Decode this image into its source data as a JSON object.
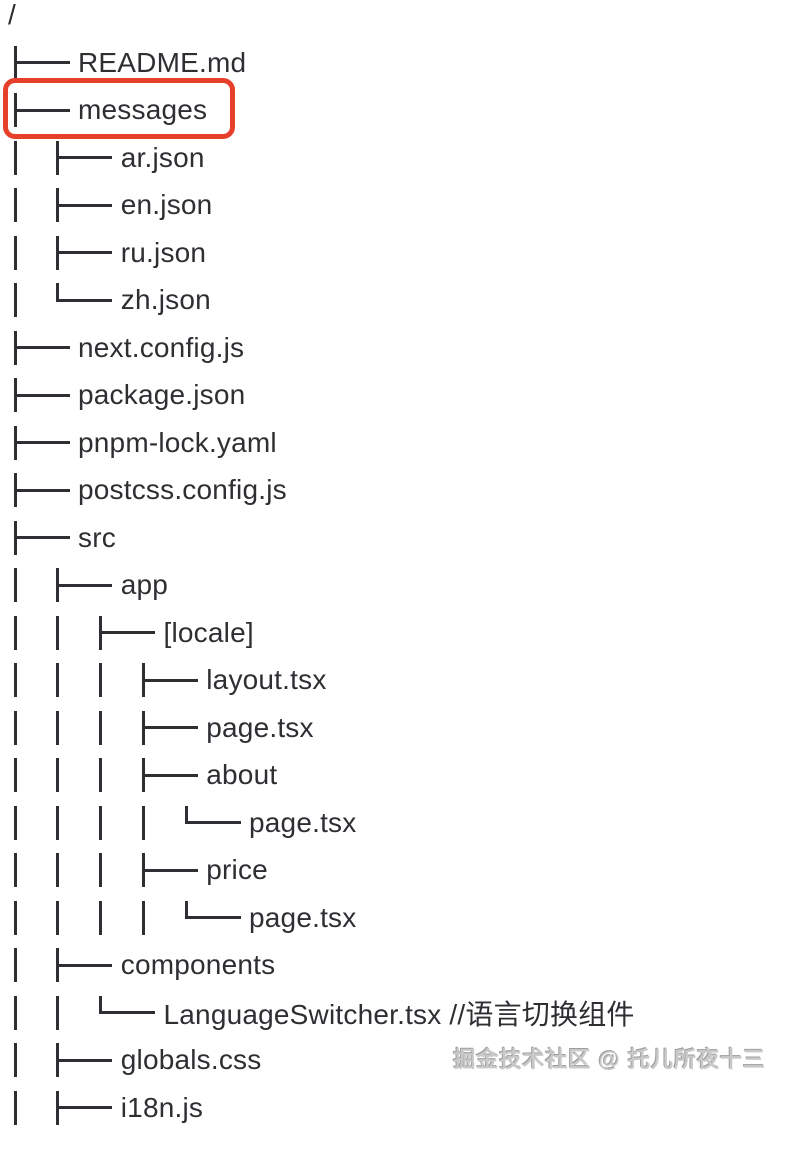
{
  "page": {
    "background": "#ffffff",
    "text_color": "#2e2f33"
  },
  "tree": {
    "root_label": "/",
    "highlight_color": "#e7402a",
    "highlighted_entry": "messages",
    "rows": [
      {
        "depth": 0,
        "connector": "branch",
        "label": "README.md"
      },
      {
        "depth": 0,
        "connector": "branch",
        "label": "messages",
        "highlighted": true
      },
      {
        "depth": 1,
        "connector": "branch",
        "label": "ar.json"
      },
      {
        "depth": 1,
        "connector": "branch",
        "label": "en.json"
      },
      {
        "depth": 1,
        "connector": "branch",
        "label": "ru.json"
      },
      {
        "depth": 1,
        "connector": "last",
        "label": "zh.json"
      },
      {
        "depth": 0,
        "connector": "branch",
        "label": "next.config.js"
      },
      {
        "depth": 0,
        "connector": "branch",
        "label": "package.json"
      },
      {
        "depth": 0,
        "connector": "branch",
        "label": "pnpm-lock.yaml"
      },
      {
        "depth": 0,
        "connector": "branch",
        "label": "postcss.config.js"
      },
      {
        "depth": 0,
        "connector": "branch",
        "label": "src"
      },
      {
        "depth": 1,
        "connector": "branch",
        "label": "app"
      },
      {
        "depth": 2,
        "connector": "branch",
        "label": "[locale]"
      },
      {
        "depth": 3,
        "connector": "branch",
        "label": "layout.tsx"
      },
      {
        "depth": 3,
        "connector": "branch",
        "label": "page.tsx"
      },
      {
        "depth": 3,
        "connector": "branch",
        "label": "about"
      },
      {
        "depth": 4,
        "connector": "last",
        "label": "page.tsx"
      },
      {
        "depth": 3,
        "connector": "branch",
        "label": "price"
      },
      {
        "depth": 4,
        "connector": "last",
        "label": "page.tsx"
      },
      {
        "depth": 1,
        "connector": "branch",
        "label": "components"
      },
      {
        "depth": 2,
        "connector": "last",
        "label": "LanguageSwitcher.tsx //语言切换组件"
      },
      {
        "depth": 1,
        "connector": "branch",
        "label": "globals.css"
      },
      {
        "depth": 1,
        "connector": "branch",
        "label": "i18n.js",
        "clipped": true
      }
    ]
  },
  "watermark": {
    "text": "掘金技术社区 @ 托儿所夜十三",
    "color": "#c9c9c9"
  }
}
